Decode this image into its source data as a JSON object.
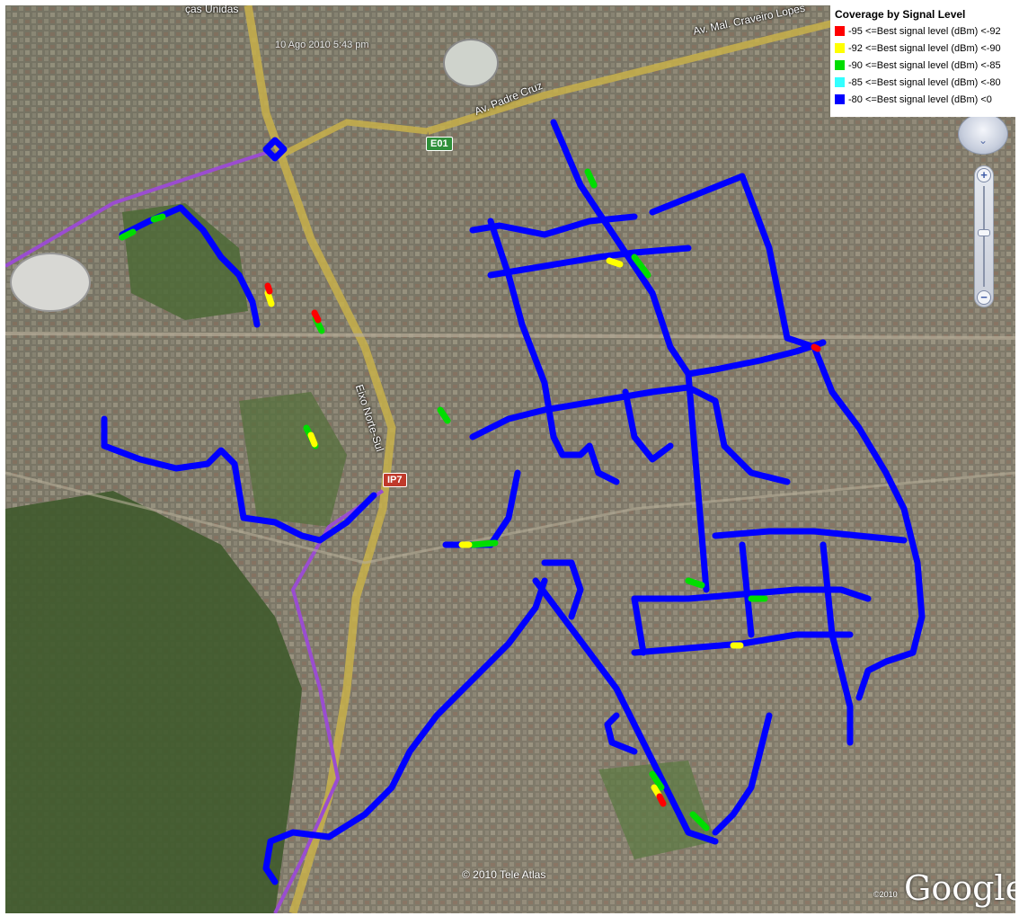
{
  "legend": {
    "title": "Coverage by Signal Level",
    "items": [
      {
        "label": "-95 <=Best signal level (dBm) <-92",
        "color": "#ff0000"
      },
      {
        "label": "-92 <=Best signal level (dBm) <-90",
        "color": "#ffff00"
      },
      {
        "label": "-90 <=Best signal level (dBm) <-85",
        "color": "#00dd00"
      },
      {
        "label": "-85 <=Best signal level (dBm) <-80",
        "color": "#33ffff"
      },
      {
        "label": "-80 <=Best signal level (dBm) <0",
        "color": "#0000ff"
      }
    ]
  },
  "map": {
    "timestamp": "10 Ago 2010 5:43 pm",
    "road_labels": {
      "top": "ças Unidas",
      "craveiro": "Av. Mal. Craveiro Lopes",
      "padre_cruz": "Av. Padre Cruz",
      "eixo": "Eixo Norte-Sul"
    },
    "shields": {
      "e01": "E01",
      "ip7": "IP7"
    },
    "copyright": "© 2010 Tele Atlas",
    "google_year": "©2010",
    "google_logo": "Google"
  },
  "controls": {
    "zoom_in": "+",
    "zoom_out": "−",
    "nav_arrow": "⌄"
  },
  "colors": {
    "route_main": "#0000ff",
    "route_medium": "#00dd00",
    "route_weak": "#ffff00",
    "route_bad": "#ff0000",
    "highway": "#c8b04a",
    "expressway_purple": "#9a4dd0",
    "shield_green": "#2f8f3a",
    "shield_red": "#c0392b"
  }
}
